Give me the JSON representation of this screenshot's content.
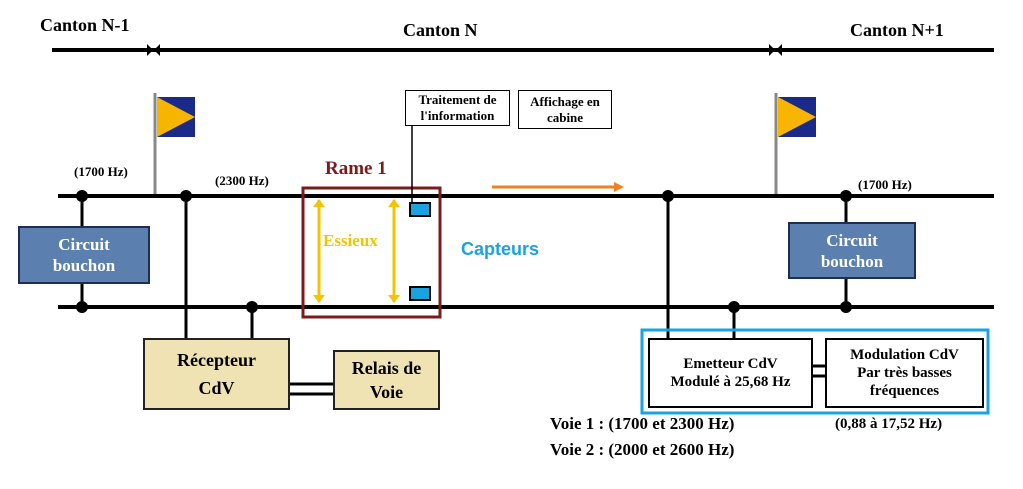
{
  "cantons": {
    "prev": "Canton N-1",
    "current": "Canton N",
    "next": "Canton N+1"
  },
  "frequencies": {
    "left_top": "(1700 Hz)",
    "mid_top": "(2300 Hz)",
    "right_top": "(1700 Hz)"
  },
  "rame": {
    "title": "Rame 1",
    "axles": "Essieux",
    "sensors": "Capteurs"
  },
  "processing": {
    "treatment_line1": "Traitement de",
    "treatment_line2": "l'information",
    "display_line1": "Affichage en",
    "display_line2": "cabine"
  },
  "left_trap": {
    "line1": "Circuit",
    "line2": "bouchon"
  },
  "right_trap": {
    "line1": "Circuit",
    "line2": "bouchon"
  },
  "receiver": {
    "line1": "Récepteur",
    "line2": "CdV"
  },
  "relay": {
    "line1": "Relais de",
    "line2": "Voie"
  },
  "emitter": {
    "line1": "Emetteur CdV",
    "line2": "Modulé à 25,68 Hz"
  },
  "modulation": {
    "line1": "Modulation CdV",
    "line2": "Par très basses",
    "line3": "fréquences",
    "range": "(0,88 à 17,52 Hz)"
  },
  "voies": {
    "voie1": "Voie 1 :  (1700 et 2300 Hz)",
    "voie2": "Voie 2 :  (2000 et 2600 Hz)"
  },
  "colors": {
    "rail": "#000000",
    "flag_yellow": "#f7b500",
    "flag_blue": "#1a2a8a",
    "rame_border": "#7a1c1c",
    "axle": "#f5c400",
    "sensor": "#1aa3e0",
    "arrow": "#f08020",
    "capteurs_text": "#1aa3e0",
    "emitter_frame": "#1aa3e0"
  }
}
